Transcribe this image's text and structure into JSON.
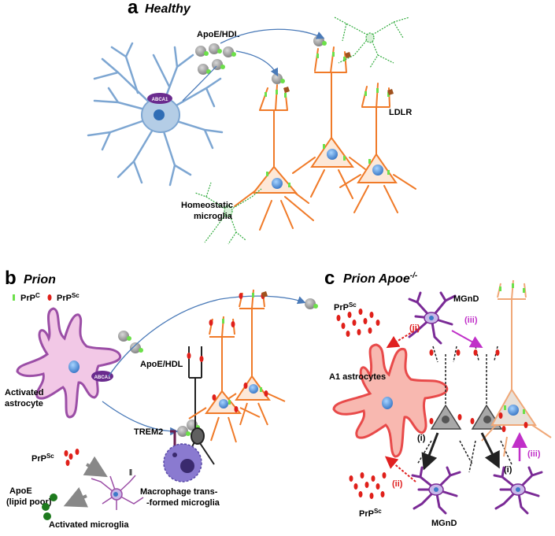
{
  "panels": {
    "a": {
      "letter": "a",
      "title": "Healthy"
    },
    "b": {
      "letter": "b",
      "title": "Prion"
    },
    "c": {
      "letter": "c",
      "title": "Prion Apoe",
      "title_superscript": "-/-"
    }
  },
  "labels": {
    "apoe_hdl": "ApoE/HDL",
    "abca1": "ABCA1",
    "ldlr": "LDLR",
    "homeostatic_1": "Homeostatic",
    "homeostatic_2": "microglia",
    "prp": "PrP",
    "prp_c_sup": "C",
    "prp_sc_sup": "Sc",
    "activated_astrocyte_1": "Activated",
    "activated_astrocyte_2": "astrocyte",
    "trem2": "TREM2",
    "apoe_1": "ApoE",
    "apoe_2": "(lipid poor)",
    "activated_microglia": "Activated microglia",
    "macrophage_1": "Macrophage trans-",
    "macrophage_2": "-formed microglia",
    "mgnd": "MGnD",
    "a1_astrocytes": "A1 astrocytes",
    "step_i": "(i)",
    "step_ii": "(ii)",
    "step_iii": "(iii)"
  },
  "colors": {
    "astrocyte_healthy": "#b4cde6",
    "neuron": "#f07a28",
    "nucleus": "#6aa8e0",
    "homeostatic_microglia": "#2eaa3a",
    "prp_c": "#6ce04a",
    "prp_sc": "#e0201a",
    "apoe": "#a0a0a0",
    "ldlr": "#a0521e",
    "activated_astrocyte": "#9b4ea6",
    "astrocyte_fill": "#f2c8e6",
    "abca1": "#6a2b8e",
    "mgnd": "#7a2a96",
    "a1_astrocyte": "#e84a4a",
    "macrophage": "#8a7ad0",
    "arrow_blue": "#4a7ab8",
    "arrow_magenta": "#c030c8",
    "arrow_red": "#e02020"
  }
}
